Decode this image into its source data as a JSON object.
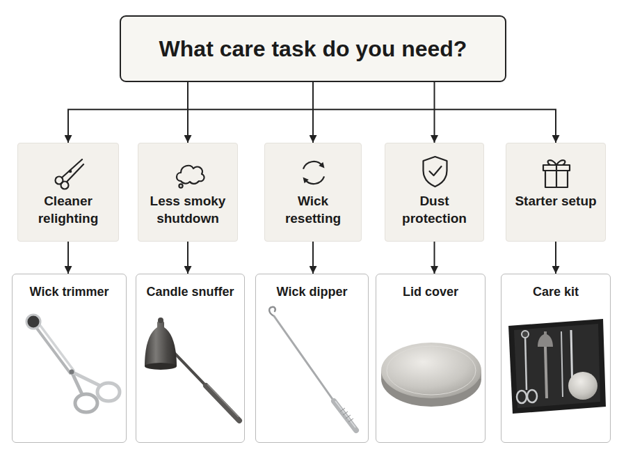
{
  "diagram": {
    "nodes": [
      {
        "text": [
          "What care task do you need?"
        ]
      },
      {
        "text": [
          "Cleaner relighting"
        ]
      },
      {
        "text": [
          "Less smoky shutdown"
        ]
      },
      {
        "text": [
          "Wick resetting"
        ]
      },
      {
        "text": [
          "Dust protection"
        ]
      },
      {
        "text": [
          "Starter setup"
        ]
      },
      {
        "text": [
          "Wick trimmer"
        ]
      },
      {
        "text": [
          "Candle snuffer"
        ]
      },
      {
        "text": [
          "Wick dipper"
        ]
      },
      {
        "text": [
          "Lid cover"
        ]
      },
      {
        "text": [
          "Care kit"
        ]
      }
    ],
    "edges": [
      {
        "from": 0,
        "to": 1,
        "arrow": "to"
      },
      {
        "from": 0,
        "to": 2,
        "arrow": "to"
      },
      {
        "from": 0,
        "to": 3,
        "arrow": "to"
      },
      {
        "from": 0,
        "to": 4,
        "arrow": "to"
      },
      {
        "from": 0,
        "to": 5,
        "arrow": "to"
      },
      {
        "from": 1,
        "to": 6,
        "arrow": "to"
      },
      {
        "from": 2,
        "to": 7,
        "arrow": "to"
      },
      {
        "from": 3,
        "to": 8,
        "arrow": "to"
      },
      {
        "from": 4,
        "to": 9,
        "arrow": "to"
      },
      {
        "from": 5,
        "to": 10,
        "arrow": "to"
      }
    ]
  }
}
